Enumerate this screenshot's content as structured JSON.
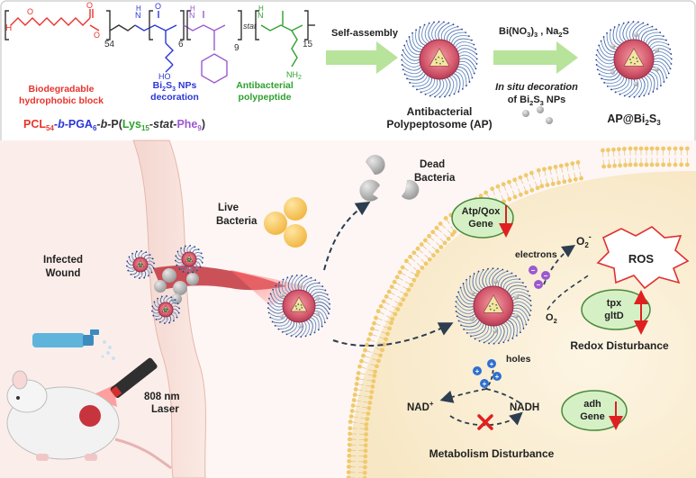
{
  "top": {
    "polymer_struct": {
      "h": "H",
      "o1": "O",
      "o2": "O",
      "o3": "O",
      "n54": "54",
      "n_h1": "N",
      "h_1": "H",
      "n_h2": "N",
      "h_2": "H",
      "n_h3": "N",
      "h_3": "H",
      "n6": "6",
      "n9": "9",
      "stat": "stat",
      "n15": "15",
      "oh": "HO",
      "o4": "O",
      "nh2": "NH",
      "nh2_sub": "2"
    },
    "biodeg_line1": "Biodegradable",
    "biodeg_line2": "hydrophobic block",
    "bi2s3_line1_a": "Bi",
    "bi2s3_line1_sub1": "2",
    "bi2s3_line1_b": "S",
    "bi2s3_line1_sub2": "3",
    "bi2s3_line1_c": " NPs",
    "bi2s3_line2": "decoration",
    "antibac_line1": "Antibacterial",
    "antibac_line2": "polypeptide",
    "formula": {
      "pcl": "PCL",
      "pcl_sub": "54",
      "b1": "-b-",
      "pga": "PGA",
      "pga_sub": "6",
      "b2": "-b-",
      "p_open": "P(",
      "lys": "Lys",
      "lys_sub": "15",
      "stat": "-stat-",
      "phe": "Phe",
      "phe_sub": "9",
      "close": ")"
    },
    "self_assembly": "Self-assembly",
    "reagents_a": "Bi(NO",
    "reagents_sub": "3",
    "reagents_b": ")",
    "reagents_sub2": "3",
    "reagents_c": " , Na",
    "reagents_sub3": "2",
    "reagents_d": "S",
    "insitu_line1": "In situ decoration",
    "insitu_line2_a": "of Bi",
    "insitu_line2_sub1": "2",
    "insitu_line2_b": "S",
    "insitu_line2_sub2": "3",
    "insitu_line2_c": " NPs",
    "ap_line1": "Antibacterial",
    "ap_line2": "Polypeptosome (AP)",
    "apbi_a": "AP@Bi",
    "apbi_sub1": "2",
    "apbi_b": "S",
    "apbi_sub2": "3"
  },
  "bottom": {
    "dead_bacteria_1": "Dead",
    "dead_bacteria_2": "Bacteria",
    "live_bacteria_1": "Live",
    "live_bacteria_2": "Bacteria",
    "infected_1": "Infected",
    "infected_2": "Wound",
    "laser_1": "808 nm",
    "laser_2": "Laser",
    "atp_1": "Atp/Qox",
    "atp_2": "Gene",
    "electrons": "electrons",
    "o2_superoxide": "O",
    "o2_superoxide_sub": "2",
    "o2_superoxide_sup": "-",
    "ros": "ROS",
    "o2": "O",
    "o2_sub": "2",
    "holes": "holes",
    "tpx": "tpx",
    "gltd": "gltD",
    "redox": "Redox Disturbance",
    "nad": "NAD",
    "nad_sup": "+",
    "nadh": "NADH",
    "adh_1": "adh",
    "adh_2": "Gene",
    "metabolism": "Metabolism Disturbance"
  },
  "colors": {
    "red": "#e8342c",
    "blue": "#2b36d6",
    "purple": "#9b59d0",
    "green": "#2ea12e",
    "arrow_green": "#b7e39a",
    "gene_fill": "#d6f0c6",
    "gene_stroke": "#4a8a3a"
  }
}
